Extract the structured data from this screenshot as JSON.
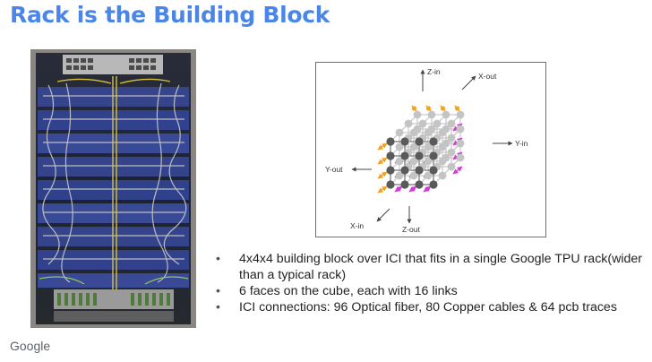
{
  "slide": {
    "title": "Rack is the Building Block",
    "brand": "Google"
  },
  "diagram": {
    "labels": {
      "z_in": "Z-in",
      "x_out": "X-out",
      "y_in": "Y-in",
      "y_out": "Y-out",
      "x_in": "X-in",
      "z_out": "Z-out"
    },
    "colors": {
      "front_node": "#5a5a5a",
      "back_node": "#c4c4c4",
      "x_link": "#f4a21a",
      "y_link": "#d63ad6"
    }
  },
  "bullets": [
    "4x4x4 building block over ICI that fits in a single Google TPU rack(wider than a typical rack)",
    "6 faces on the cube, each with 16 links",
    "ICI connections: 96 Optical fiber, 80 Copper cables & 64 pcb traces"
  ]
}
